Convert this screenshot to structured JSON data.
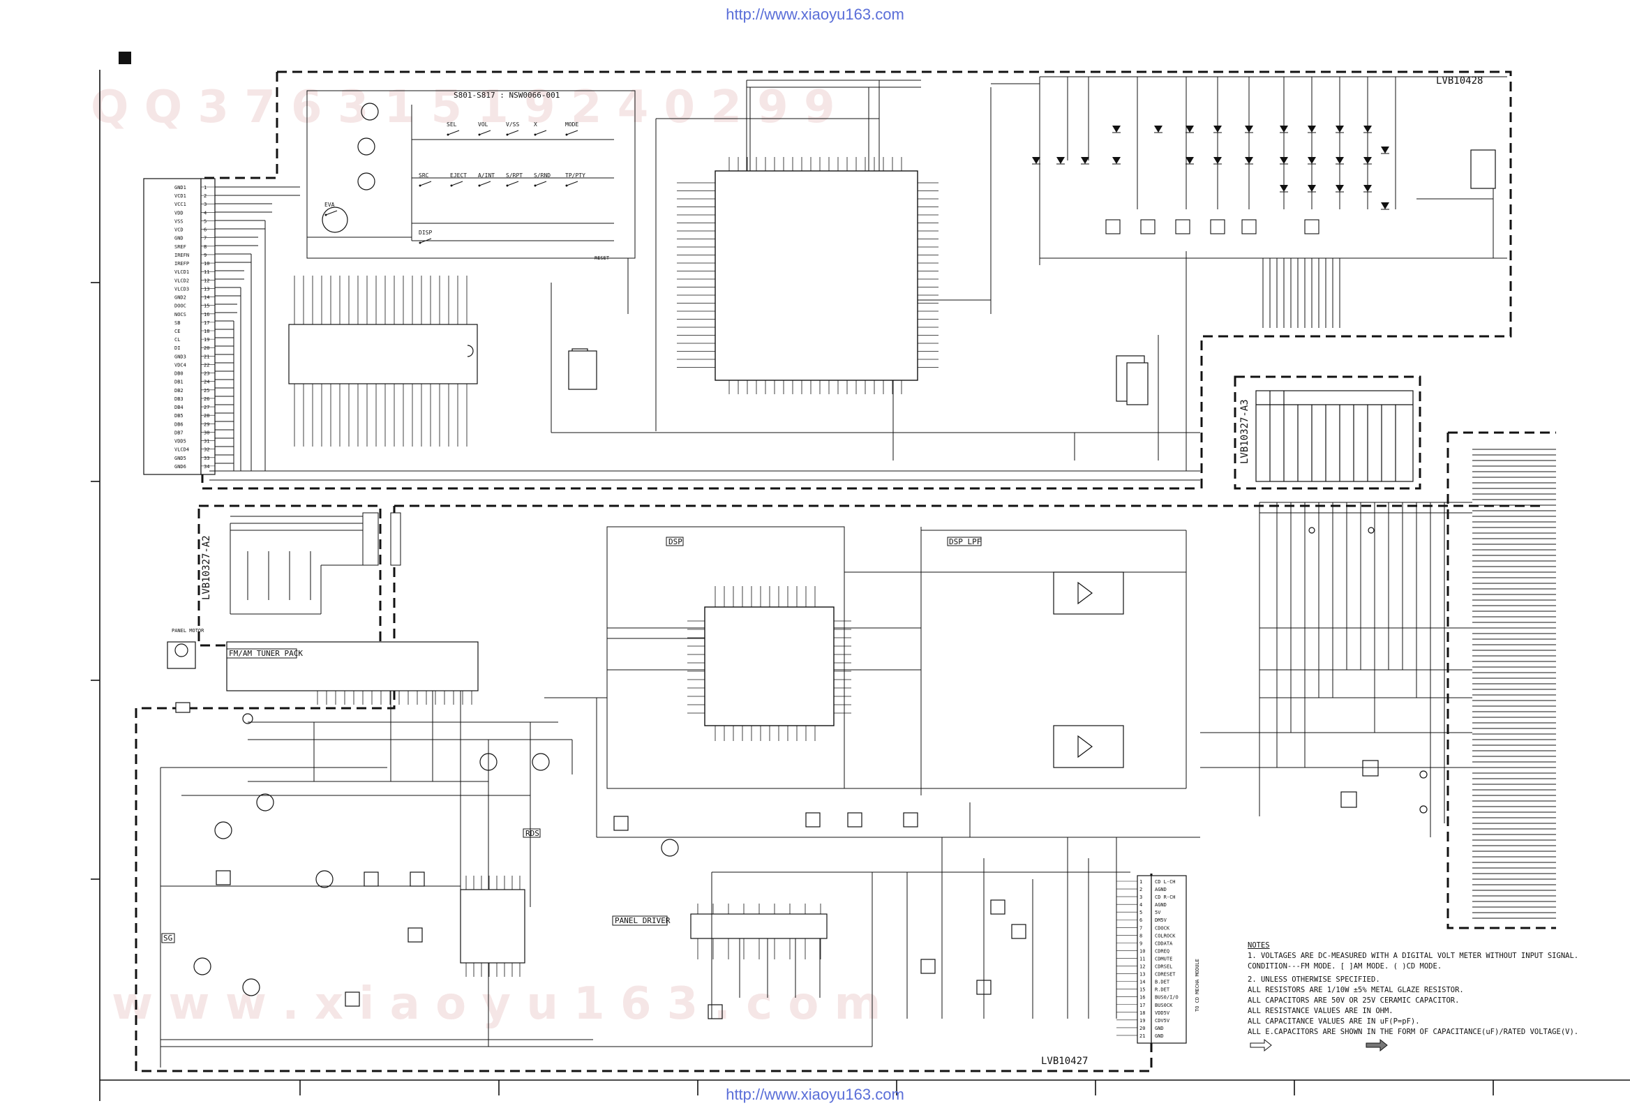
{
  "header_url": "http://www.xiaoyu163.com",
  "footer_url": "http://www.xiaoyu163.com",
  "boards": {
    "board_top_right": "LVB10428",
    "board_main_bottom": "LVB10427",
    "board_a3": "LVB10327-A3",
    "board_a2": "LVB10327-A2"
  },
  "switch_header": "S801-S817 : NSW0066-001",
  "blocks": {
    "dsp": "DSP",
    "dsp_lpf": "DSP LPF",
    "tuner": "FM/AM TUNER PACK",
    "rds": "RDS",
    "panel_driver": "PANEL DRIVER",
    "sg": "SG",
    "panel_motor": "PANEL MOTOR",
    "module_side": "TO CD MECHA MODULE",
    "reset": "RESET"
  },
  "switch_labels": [
    "SEL",
    "VOL",
    "V/SS",
    "X",
    "MODE",
    "SRC",
    "EJECT",
    "A/INT",
    "S/RPT",
    "S/RND",
    "TP/PTY",
    "DISP",
    "EVA"
  ],
  "connector_left_pins": [
    "GND1",
    "VCD1",
    "VCC1",
    "VDD",
    "VSS",
    "VCD",
    "GND",
    "SREF",
    "IREFN",
    "IREFP",
    "VLCD1",
    "VLCD2",
    "VLCD3",
    "GND2",
    "DOOC",
    "NOCS",
    "SB",
    "CE",
    "CL",
    "DI",
    "GND3",
    "VDC4",
    "DB0",
    "DB1",
    "DB2",
    "DB3",
    "DB4",
    "DB5",
    "DB6",
    "DB7",
    "VDD5",
    "VLCD4",
    "GND5",
    "GND6"
  ],
  "connector_module_pins": [
    "CD L-CH",
    "AGND",
    "CD R-CH",
    "AGND",
    "5V",
    "DM5V",
    "CDOCK",
    "COLROCK",
    "CDDATA",
    "CDREQ",
    "CDMUTE",
    "CDRSEL",
    "CDRESET",
    "B.DET",
    "R.DET",
    "BUS0/I/O",
    "BUS0CK",
    "VDD5V",
    "CDV5V",
    "GND",
    "GND"
  ],
  "notes": {
    "title": "NOTES",
    "lines": [
      "1. VOLTAGES ARE DC-MEASURED WITH A DIGITAL VOLT METER WITHOUT INPUT SIGNAL.",
      "   CONDITION---FM MODE. [    ]AM MODE. (  )CD MODE.",
      "2. UNLESS OTHERWISE SPECIFIED.",
      "   ALL RESISTORS ARE 1/10W ±5% METAL GLAZE RESISTOR.",
      "   ALL CAPACITORS ARE 50V OR 25V CERAMIC CAPACITOR.",
      "   ALL RESISTANCE VALUES ARE IN OHM.",
      "   ALL CAPACITANCE VALUES ARE IN uF(P=pF).",
      "   ALL E.CAPACITORS ARE SHOWN IN THE FORM OF CAPACITANCE(uF)/RATED VOLTAGE(V)."
    ]
  },
  "colors": {
    "line": "#111111",
    "url": "#5a6ed8",
    "watermark": "#e8c9c9"
  }
}
